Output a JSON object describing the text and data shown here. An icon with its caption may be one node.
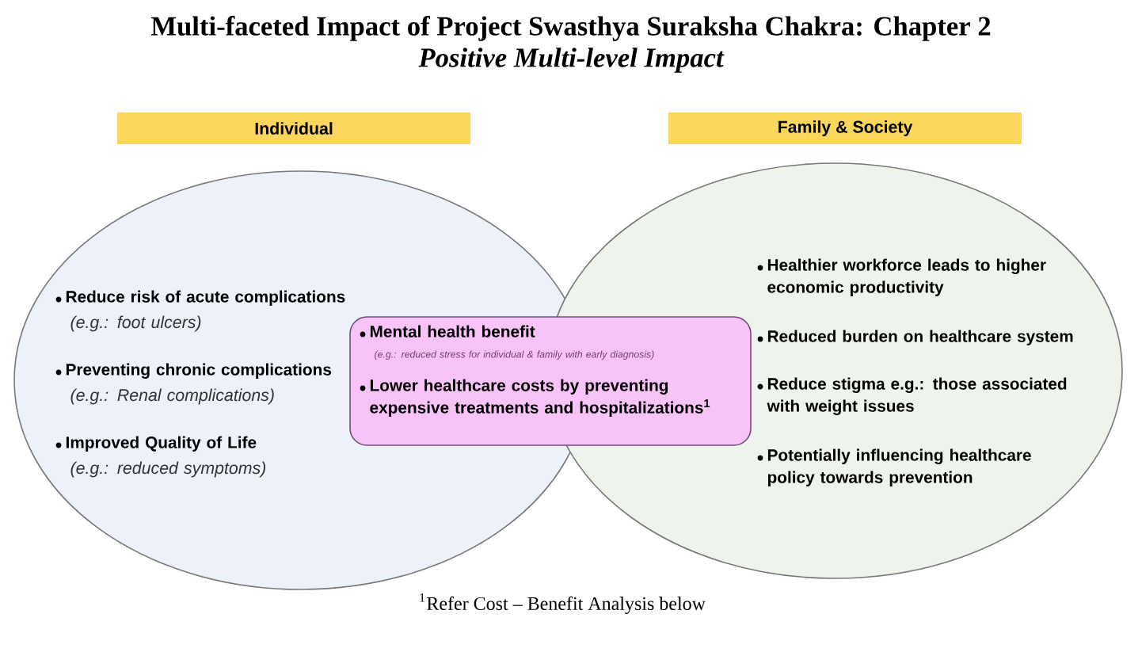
{
  "diagram": {
    "title": "Multi-faceted Impact of Project Swasthya Suraksha Chakra: Chapter 2",
    "nodes": [
      {
        "text": [
          "Individual"
        ]
      },
      {
        "text": [
          "Family & Society"
        ]
      },
      {
        "text": [
          "Reduce risk of acute complications",
          "(e.g.: foot ulcers)",
          "Preventing chronic complications",
          "(e.g.: Renal complications)",
          "Improved Quality of Life",
          "(e.g.: reduced symptoms)"
        ]
      },
      {
        "text": [
          "Healthier workforce leads to higher economic productivity",
          "Reduced burden on healthcare system",
          "Reduce stigma e.g.: those associated with weight issues",
          "Potentially influencing healthcare policy towards prevention"
        ]
      },
      {
        "text": [
          "Mental health benefit",
          "(e.g.: reduced stress for individual & family with early diagnosis)",
          "Lower healthcare costs by preventing expensive treatments and hospitalizations$^{1}$"
        ]
      }
    ],
    "edges": [],
    "labels": [
      "Positive Multi-level Impact",
      "$^{1}$Refer Cost – Benefit Analysis below"
    ]
  }
}
